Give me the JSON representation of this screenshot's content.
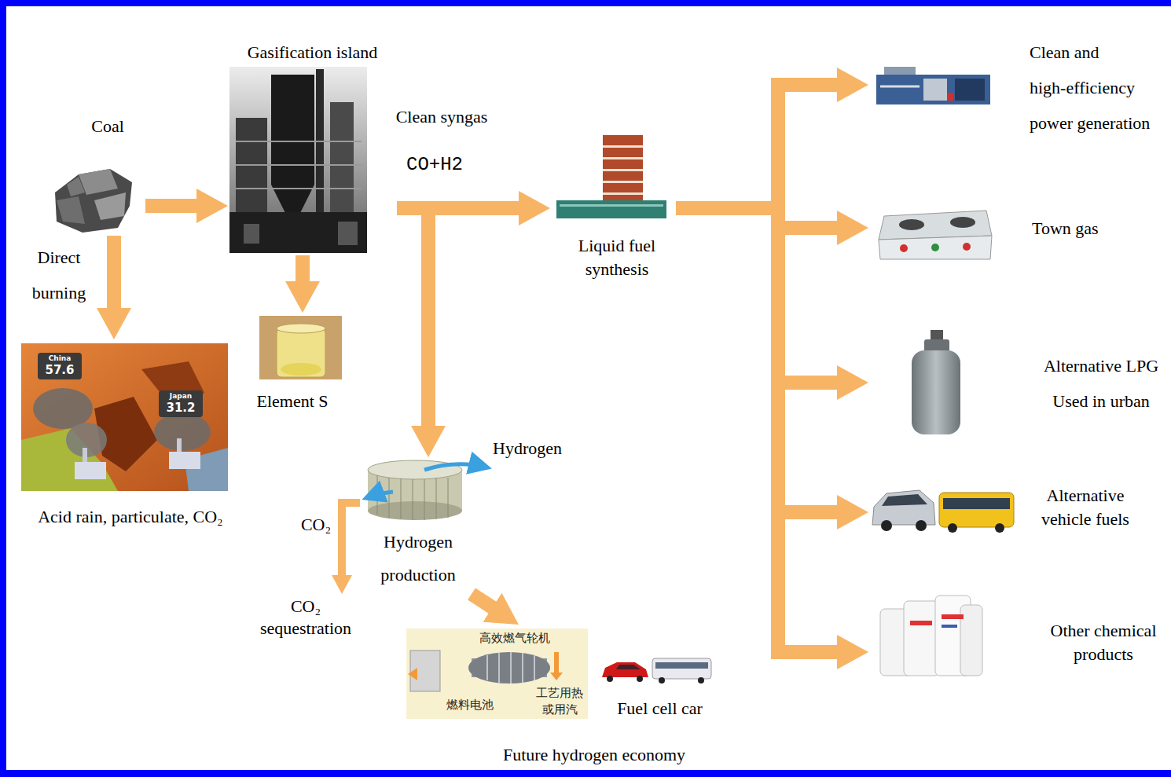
{
  "diagram": {
    "nodes": [
      {
        "text": [
          "Coal"
        ]
      },
      {
        "text": [
          "Gasification island"
        ]
      },
      {
        "text": [
          "Element S"
        ]
      },
      {
        "text": [
          "Acid rain, particulate, CO₂"
        ]
      },
      {
        "text": [
          "Liquid fuel synthesis"
        ]
      },
      {
        "text": [
          "Hydrogen production"
        ]
      },
      {
        "text": [
          "CO₂ sequestration"
        ]
      },
      {
        "text": [
          "Future hydrogen economy"
        ]
      },
      {
        "text": [
          "Clean and high-efficiency power generation"
        ]
      },
      {
        "text": [
          "Town gas"
        ]
      },
      {
        "text": [
          "Alternative LPG Used in urban"
        ]
      },
      {
        "text": [
          "Alternative vehicle fuels"
        ]
      },
      {
        "text": [
          "Other chemical products"
        ]
      }
    ],
    "edges": [
      {
        "from": 0,
        "to": 1,
        "arrow": "to"
      },
      {
        "from": 0,
        "to": 3,
        "label": "Direct burning",
        "arrow": "to"
      },
      {
        "from": 1,
        "to": 2,
        "arrow": "to"
      },
      {
        "from": 1,
        "to": 4,
        "label": "Clean syngas",
        "arrow": "to"
      },
      {
        "from": 1,
        "to": 5,
        "arrow": "to"
      },
      {
        "from": 5,
        "to": 6,
        "label": "CO₂",
        "arrow": "to"
      },
      {
        "from": 5,
        "to": 7,
        "arrow": "to"
      },
      {
        "from": 4,
        "to": 8,
        "arrow": "to"
      },
      {
        "from": 4,
        "to": 9,
        "arrow": "to"
      },
      {
        "from": 4,
        "to": 10,
        "arrow": "to"
      },
      {
        "from": 4,
        "to": 11,
        "arrow": "to"
      },
      {
        "from": 4,
        "to": 12,
        "arrow": "to"
      }
    ],
    "labels": [
      "CO+H2",
      "Hydrogen",
      "China",
      "57.6",
      "Japan",
      "31.2",
      "高效燃气轮机",
      "燃料电池",
      "工艺用热 或用汽",
      "Fuel cell car"
    ]
  }
}
